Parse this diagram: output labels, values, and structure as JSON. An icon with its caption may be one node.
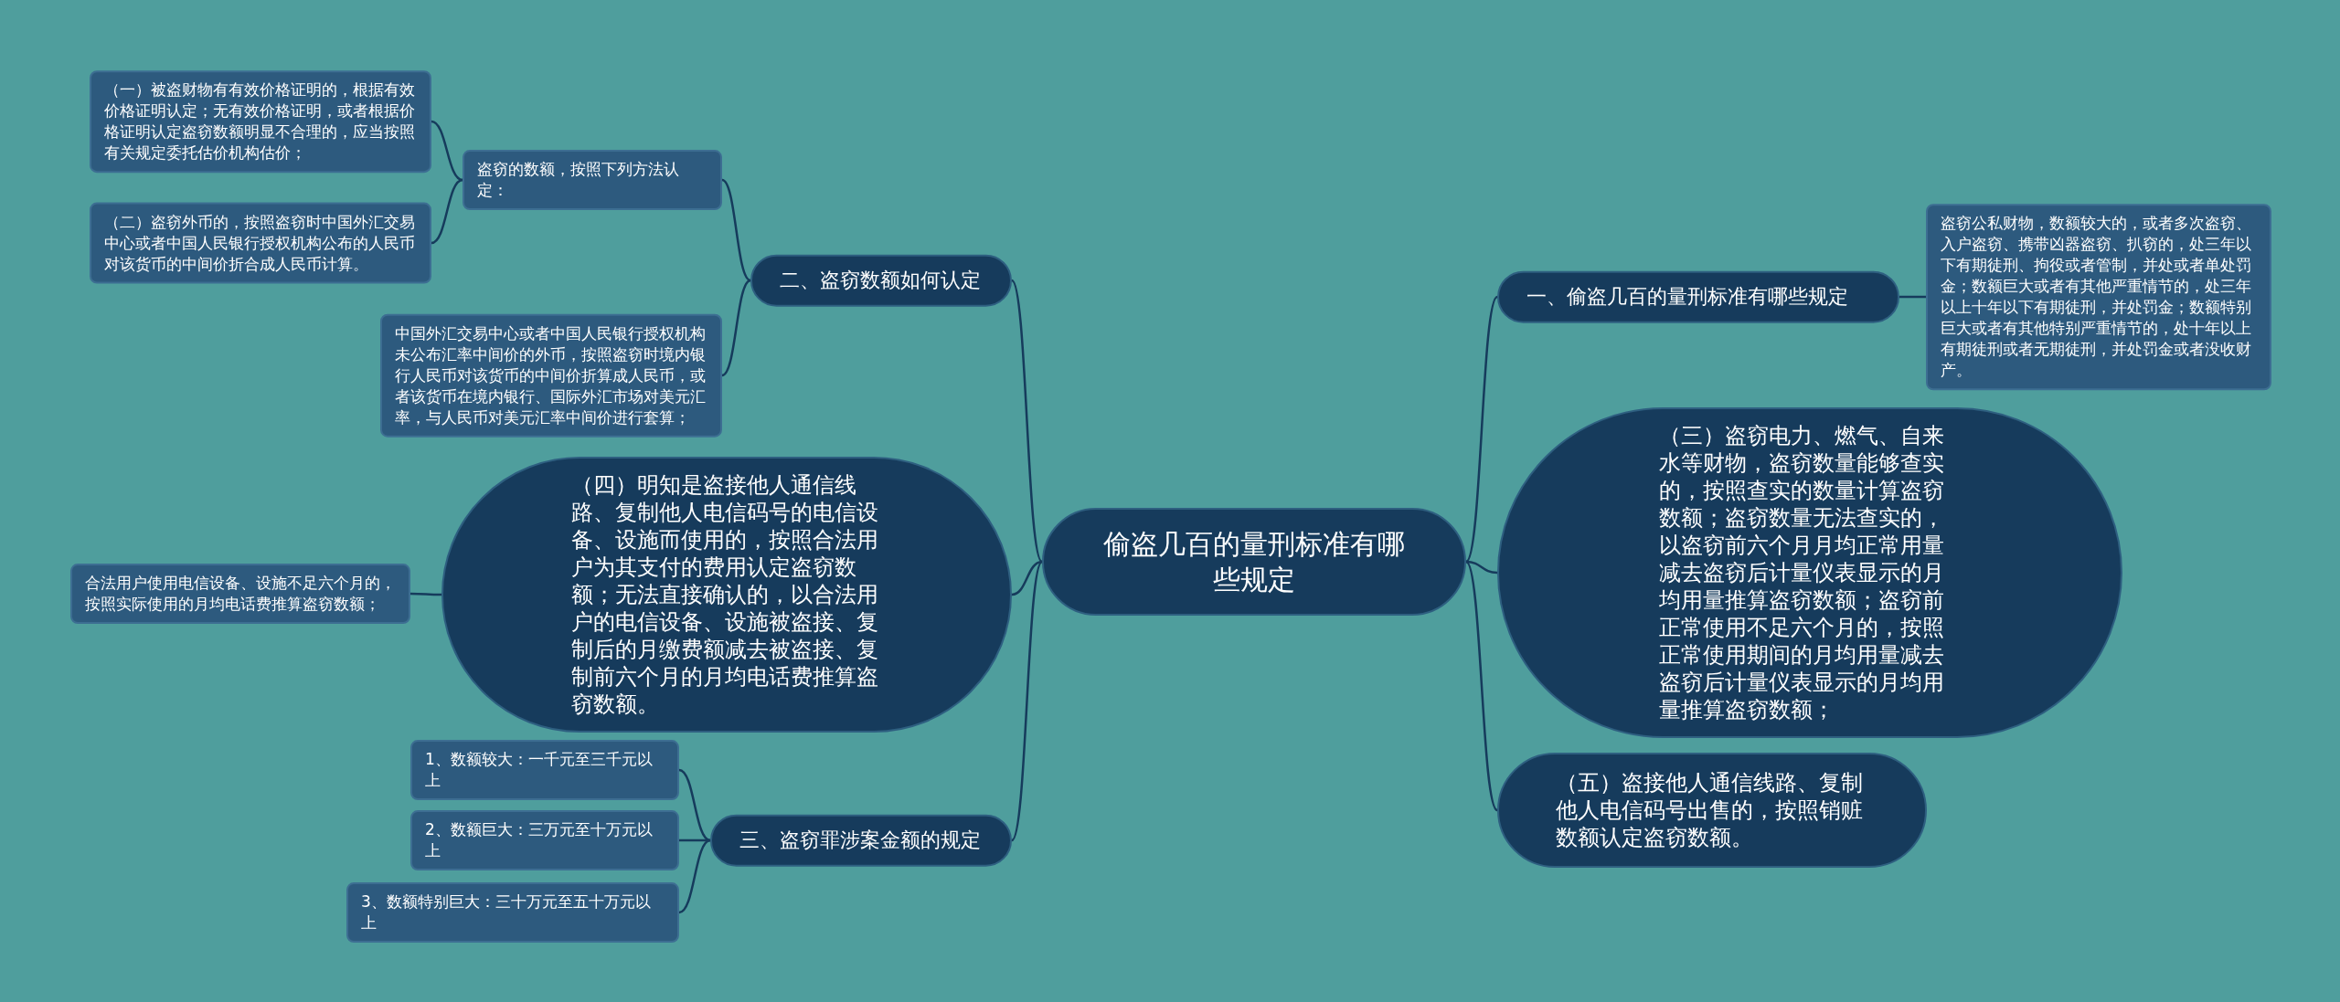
{
  "diagram": {
    "nodes": [
      {
        "text": [
          "偷盗几百的量刑标准有哪些规定"
        ]
      },
      {
        "text": [
          "一、偷盗几百的量刑标准有哪些规定"
        ]
      },
      {
        "text": [
          "盗窃公私财物，数额较大的，或者多次盗窃、入户盗窃、携带凶器盗窃、扒窃的，处三年以下有期徒刑、拘役或者管制，并处或者单处罚金；数额巨大或者有其他严重情节的，处三年以上十年以下有期徒刑，并处罚金；数额特别巨大或者有其他特别严重情节的，处十年以上有期徒刑或者无期徒刑，并处罚金或者没收财产。"
        ]
      },
      {
        "text": [
          "（三）盗窃电力、燃气、自来水等财物，盗窃数量能够查实的，按照查实的数量计算盗窃数额；盗窃数量无法查实的，以盗窃前六个月月均正常用量减去盗窃后计量仪表显示的月均用量推算盗窃数额；盗窃前正常使用不足六个月的，按照正常使用期间的月均用量减去盗窃后计量仪表显示的月均用量推算盗窃数额；"
        ]
      },
      {
        "text": [
          "（五）盗接他人通信线路、复制他人电信码号出售的，按照销赃数额认定盗窃数额。"
        ]
      },
      {
        "text": [
          "二、盗窃数额如何认定"
        ]
      },
      {
        "text": [
          "盗窃的数额，按照下列方法认定："
        ]
      },
      {
        "text": [
          "（一）被盗财物有有效价格证明的，根据有效价格证明认定；无有效价格证明，或者根据价格证明认定盗窃数额明显不合理的，应当按照有关规定委托估价机构估价；"
        ]
      },
      {
        "text": [
          "（二）盗窃外币的，按照盗窃时中国外汇交易中心或者中国人民银行授权机构公布的人民币对该货币的中间价折合成人民币计算。"
        ]
      },
      {
        "text": [
          "中国外汇交易中心或者中国人民银行授权机构未公布汇率中间价的外币，按照盗窃时境内银行人民币对该货币的中间价折算成人民币，或者该货币在境内银行、国际外汇市场对美元汇率，与人民币对美元汇率中间价进行套算；"
        ]
      },
      {
        "text": [
          "（四）明知是盗接他人通信线路、复制他人电信码号的电信设备、设施而使用的，按照合法用户为其支付的费用认定盗窃数额；无法直接确认的，以合法用户的电信设备、设施被盗接、复制后的月缴费额减去被盗接、复制前六个月的月均电话费推算盗窃数额。"
        ]
      },
      {
        "text": [
          "合法用户使用电信设备、设施不足六个月的，按照实际使用的月均电话费推算盗窃数额；"
        ]
      },
      {
        "text": [
          "三、盗窃罪涉案金额的规定"
        ]
      },
      {
        "text": [
          "1、数额较大：一千元至三千元以上"
        ]
      },
      {
        "text": [
          "2、数额巨大：三万元至十万元以上"
        ]
      },
      {
        "text": [
          "3、数额特别巨大：三十万元至五十万元以上"
        ]
      }
    ],
    "edges": [
      {
        "from": 0,
        "to": 1,
        "arrow": "none"
      },
      {
        "from": 1,
        "to": 2,
        "arrow": "none"
      },
      {
        "from": 0,
        "to": 3,
        "arrow": "none"
      },
      {
        "from": 0,
        "to": 4,
        "arrow": "none"
      },
      {
        "from": 0,
        "to": 5,
        "arrow": "none"
      },
      {
        "from": 5,
        "to": 6,
        "arrow": "none"
      },
      {
        "from": 6,
        "to": 7,
        "arrow": "none"
      },
      {
        "from": 6,
        "to": 8,
        "arrow": "none"
      },
      {
        "from": 5,
        "to": 9,
        "arrow": "none"
      },
      {
        "from": 0,
        "to": 10,
        "arrow": "none"
      },
      {
        "from": 10,
        "to": 11,
        "arrow": "none"
      },
      {
        "from": 0,
        "to": 12,
        "arrow": "none"
      },
      {
        "from": 12,
        "to": 13,
        "arrow": "none"
      },
      {
        "from": 12,
        "to": 14,
        "arrow": "none"
      },
      {
        "from": 12,
        "to": 15,
        "arrow": "none"
      }
    ]
  }
}
